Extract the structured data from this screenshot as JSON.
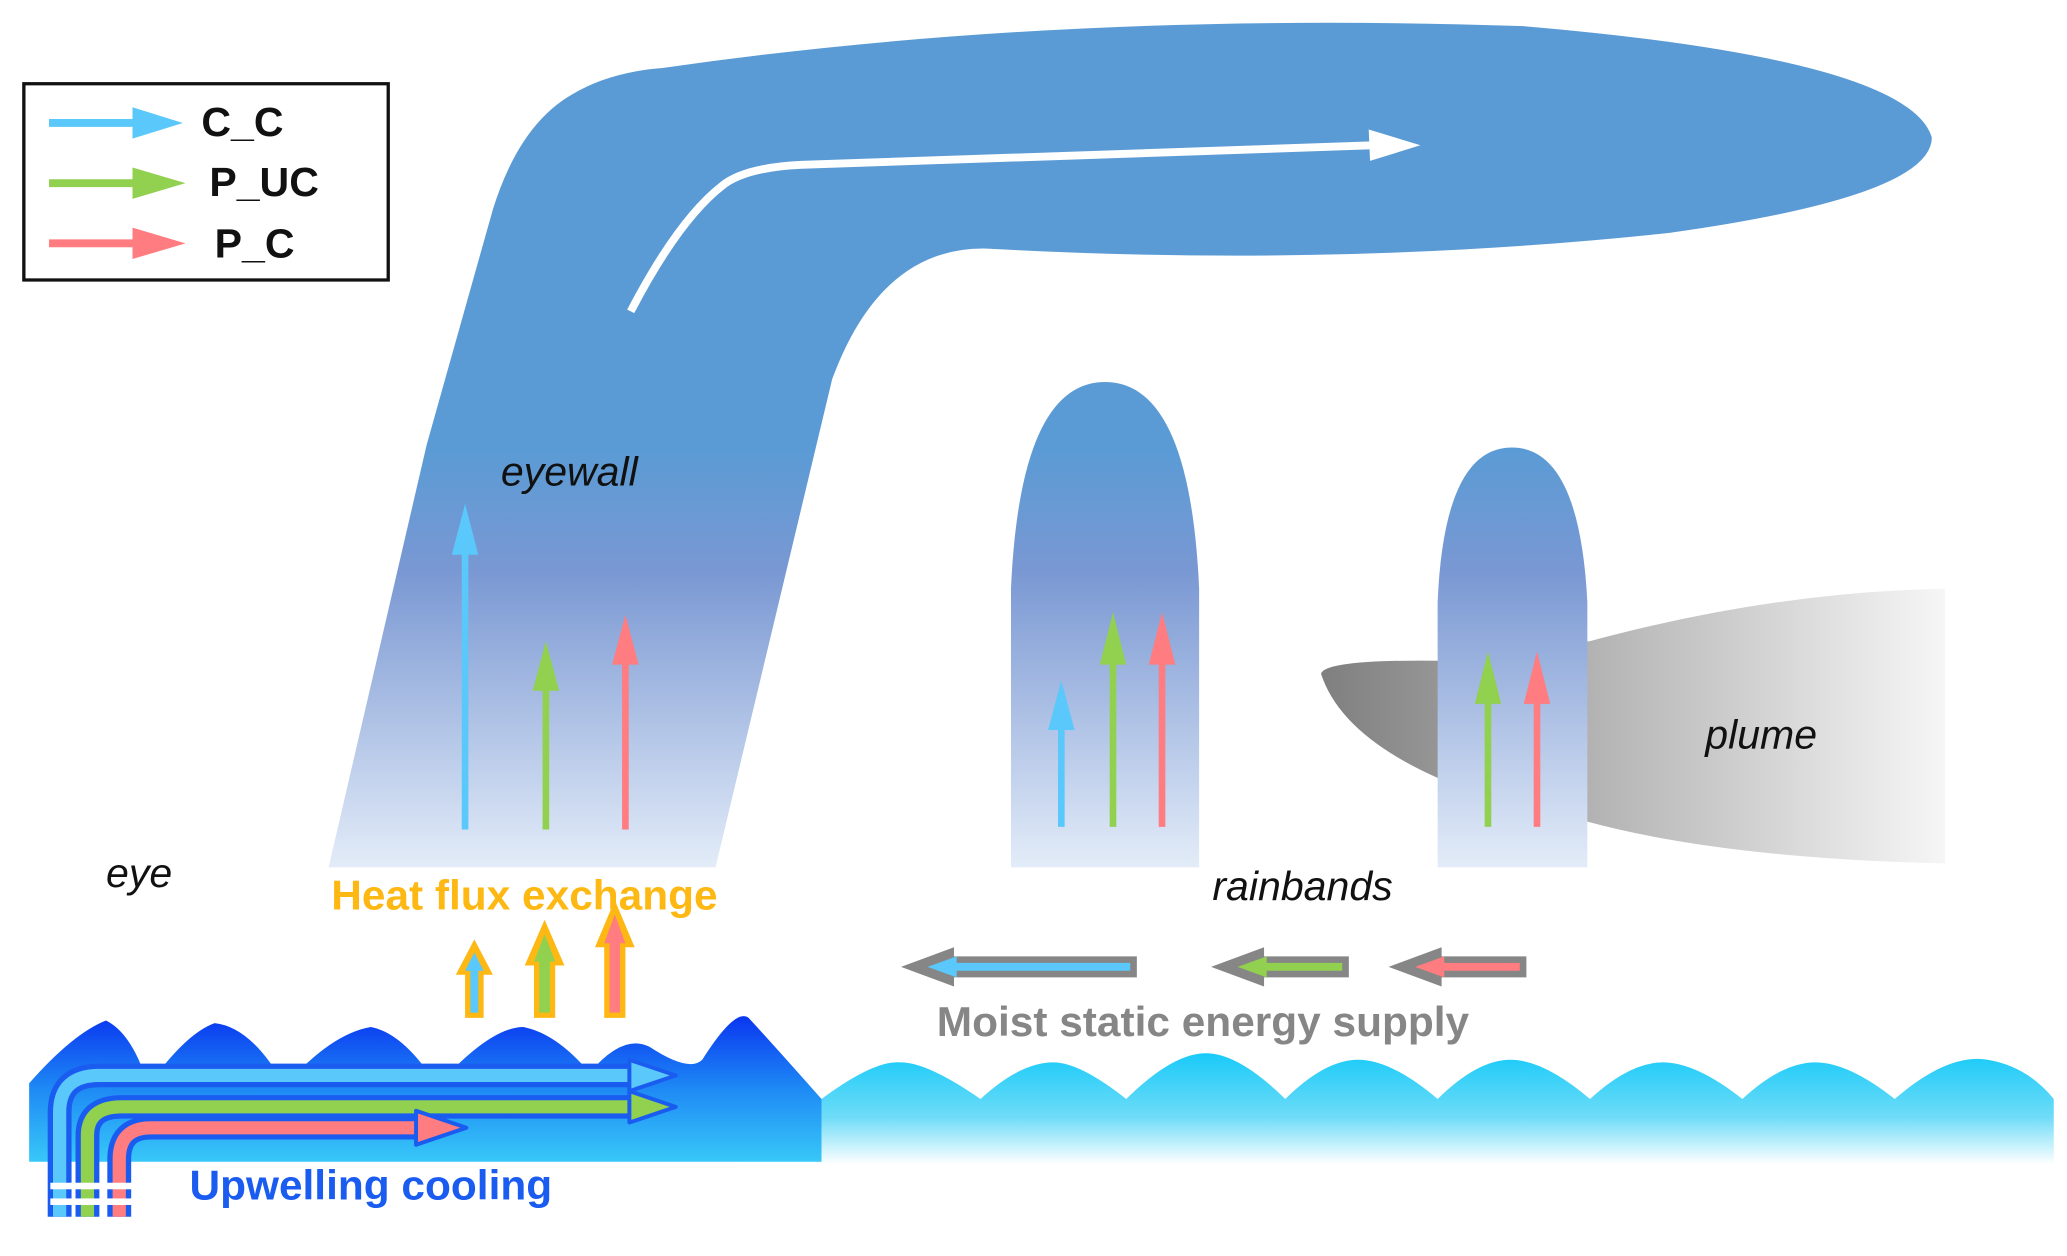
{
  "legend": {
    "items": [
      {
        "label": "C_C",
        "color": "#5ac8fa"
      },
      {
        "label": "P_UC",
        "color": "#92d050"
      },
      {
        "label": "P_C",
        "color": "#ff7c80"
      }
    ]
  },
  "labels": {
    "eyewall": "eyewall",
    "eye": "eye",
    "rainbands": "rainbands",
    "plume": "plume",
    "heat_flux": "Heat flux exchange",
    "moist_supply": "Moist static energy supply",
    "upwelling": "Upwelling cooling"
  },
  "colors": {
    "cloud": "#5b9bd5",
    "heat_flux": "#fdb813",
    "moist_supply": "#868686",
    "upwelling": "#1a5cf0",
    "ocean_deep": "#0a3cf0",
    "ocean_surface": "#19d0f5"
  }
}
